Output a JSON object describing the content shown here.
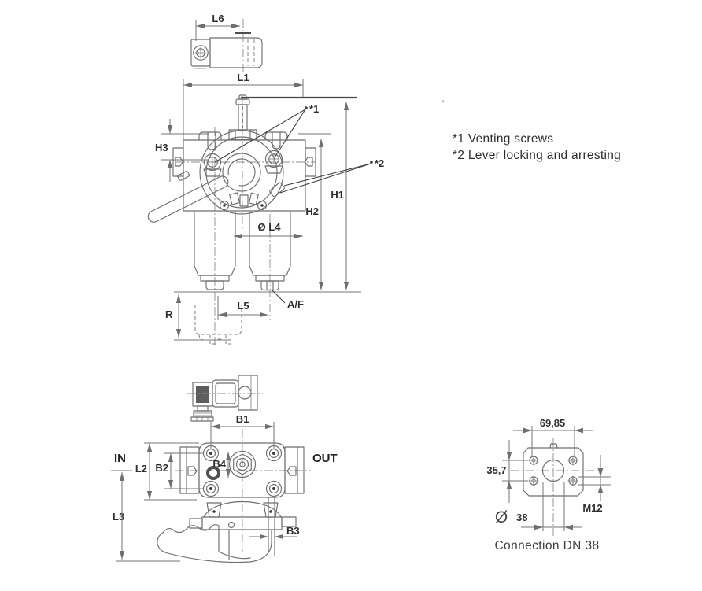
{
  "colors": {
    "background": "#ffffff",
    "outline": "#6e6e6e",
    "dimension_lines": "#757575",
    "centerline": "#8c8c8c",
    "label_text": "#2e2e2e",
    "note_text": "#2d2d2d",
    "dark_fill": "#5e5e5e"
  },
  "top_detail_view": {
    "dim_l6": "L6"
  },
  "front_view": {
    "dim_l1": "L1",
    "dim_h1": "H1",
    "dim_h2": "H2",
    "dim_h3": "H3",
    "dim_dia_l4": "Ø L4",
    "dim_l5": "L5",
    "dim_r": "R",
    "dim_af": "A/F",
    "callout_1": "*1",
    "callout_2": "*2"
  },
  "legend_notes": {
    "note_1": "*1 Venting screws",
    "note_2": "*2 Lever locking and arresting",
    "stray_mark": "'"
  },
  "bottom_view": {
    "dim_b1": "B1",
    "dim_b2": "B2",
    "dim_b3": "B3",
    "dim_b4": "B4",
    "dim_l2": "L2",
    "dim_l3": "L3",
    "port_in": "IN",
    "port_out": "OUT"
  },
  "flange_view": {
    "dim_width": "69,85",
    "dim_height": "35,7",
    "dim_thread": "M12",
    "dia_symbol": "Ø",
    "dim_bore": "38",
    "caption": "Connection DN 38"
  }
}
